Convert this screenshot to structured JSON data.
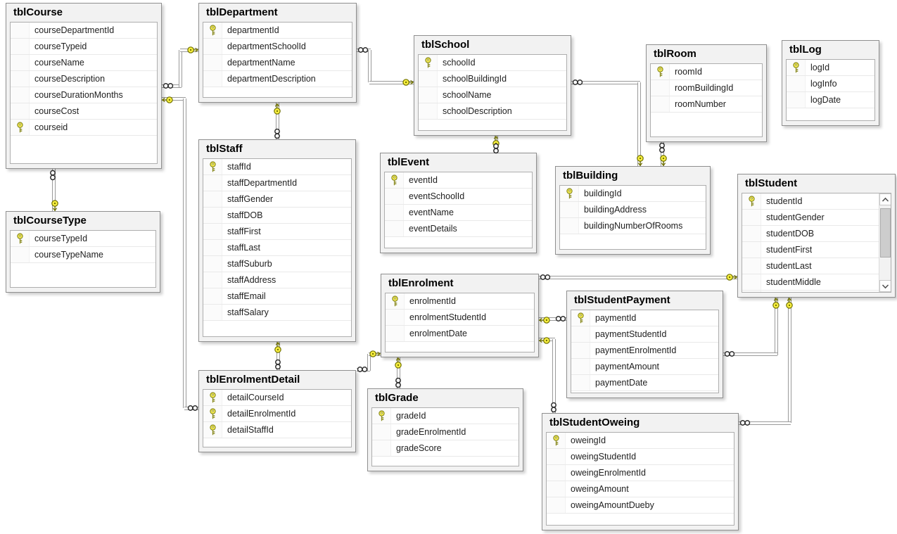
{
  "diagram": {
    "tool": "database-diagram",
    "tables": [
      {
        "id": "tblCourse",
        "title": "tblCourse",
        "columns": [
          {
            "name": "courseDepartmentId",
            "pk": false
          },
          {
            "name": "courseTypeid",
            "pk": false
          },
          {
            "name": "courseName",
            "pk": false
          },
          {
            "name": "courseDescription",
            "pk": false
          },
          {
            "name": "courseDurationMonths",
            "pk": false
          },
          {
            "name": "courseCost",
            "pk": false
          },
          {
            "name": "courseid",
            "pk": true
          }
        ]
      },
      {
        "id": "tblDepartment",
        "title": "tblDepartment",
        "columns": [
          {
            "name": "departmentId",
            "pk": true
          },
          {
            "name": "departmentSchoolId",
            "pk": false
          },
          {
            "name": "departmentName",
            "pk": false
          },
          {
            "name": "departmentDescription",
            "pk": false
          }
        ]
      },
      {
        "id": "tblSchool",
        "title": "tblSchool",
        "columns": [
          {
            "name": "schoolId",
            "pk": true
          },
          {
            "name": "schoolBuildingId",
            "pk": false
          },
          {
            "name": "schoolName",
            "pk": false
          },
          {
            "name": "schoolDescription",
            "pk": false
          }
        ]
      },
      {
        "id": "tblRoom",
        "title": "tblRoom",
        "columns": [
          {
            "name": "roomId",
            "pk": true
          },
          {
            "name": "roomBuildingId",
            "pk": false
          },
          {
            "name": "roomNumber",
            "pk": false
          }
        ]
      },
      {
        "id": "tblLog",
        "title": "tblLog",
        "columns": [
          {
            "name": "logId",
            "pk": true
          },
          {
            "name": "logInfo",
            "pk": false
          },
          {
            "name": "logDate",
            "pk": false
          }
        ]
      },
      {
        "id": "tblCourseType",
        "title": "tblCourseType",
        "columns": [
          {
            "name": "courseTypeId",
            "pk": true
          },
          {
            "name": "courseTypeName",
            "pk": false
          }
        ]
      },
      {
        "id": "tblStaff",
        "title": "tblStaff",
        "columns": [
          {
            "name": "staffId",
            "pk": true
          },
          {
            "name": "staffDepartmentId",
            "pk": false
          },
          {
            "name": "staffGender",
            "pk": false
          },
          {
            "name": "staffDOB",
            "pk": false
          },
          {
            "name": "staffFirst",
            "pk": false
          },
          {
            "name": "staffLast",
            "pk": false
          },
          {
            "name": "staffSuburb",
            "pk": false
          },
          {
            "name": "staffAddress",
            "pk": false
          },
          {
            "name": "staffEmail",
            "pk": false
          },
          {
            "name": "staffSalary",
            "pk": false
          }
        ]
      },
      {
        "id": "tblEvent",
        "title": "tblEvent",
        "columns": [
          {
            "name": "eventId",
            "pk": true
          },
          {
            "name": "eventSchoolId",
            "pk": false
          },
          {
            "name": "eventName",
            "pk": false
          },
          {
            "name": "eventDetails",
            "pk": false
          }
        ]
      },
      {
        "id": "tblBuilding",
        "title": "tblBuilding",
        "columns": [
          {
            "name": "buildingId",
            "pk": true
          },
          {
            "name": "buildingAddress",
            "pk": false
          },
          {
            "name": "buildingNumberOfRooms",
            "pk": false
          }
        ]
      },
      {
        "id": "tblStudent",
        "title": "tblStudent",
        "scrollbar": true,
        "clipped_row": true,
        "columns": [
          {
            "name": "studentId",
            "pk": true
          },
          {
            "name": "studentGender",
            "pk": false
          },
          {
            "name": "studentDOB",
            "pk": false
          },
          {
            "name": "studentFirst",
            "pk": false
          },
          {
            "name": "studentLast",
            "pk": false
          },
          {
            "name": "studentMiddle",
            "pk": false
          }
        ]
      },
      {
        "id": "tblEnrolment",
        "title": "tblEnrolment",
        "columns": [
          {
            "name": "enrolmentId",
            "pk": true
          },
          {
            "name": "enrolmentStudentId",
            "pk": false
          },
          {
            "name": "enrolmentDate",
            "pk": false
          }
        ]
      },
      {
        "id": "tblStudentPayment",
        "title": "tblStudentPayment",
        "columns": [
          {
            "name": "paymentId",
            "pk": true
          },
          {
            "name": "paymentStudentId",
            "pk": false
          },
          {
            "name": "paymentEnrolmentId",
            "pk": false
          },
          {
            "name": "paymentAmount",
            "pk": false
          },
          {
            "name": "paymentDate",
            "pk": false
          }
        ]
      },
      {
        "id": "tblEnrolmentDetail",
        "title": "tblEnrolmentDetail",
        "columns": [
          {
            "name": "detailCourseId",
            "pk": true
          },
          {
            "name": "detailEnrolmentId",
            "pk": true
          },
          {
            "name": "detailStaffId",
            "pk": true
          }
        ]
      },
      {
        "id": "tblGrade",
        "title": "tblGrade",
        "columns": [
          {
            "name": "gradeId",
            "pk": true
          },
          {
            "name": "gradeEnrolmentId",
            "pk": false
          },
          {
            "name": "gradeScore",
            "pk": false
          }
        ]
      },
      {
        "id": "tblStudentOweing",
        "title": "tblStudentOweing",
        "columns": [
          {
            "name": "oweingId",
            "pk": true
          },
          {
            "name": "oweingStudentId",
            "pk": false
          },
          {
            "name": "oweingEnrolmentId",
            "pk": false
          },
          {
            "name": "oweingAmount",
            "pk": false
          },
          {
            "name": "oweingAmountDueby",
            "pk": false
          }
        ]
      }
    ],
    "relationships": [
      {
        "many": "tblCourse",
        "one": "tblDepartment"
      },
      {
        "many": "tblEnrolmentDetail",
        "one": "tblCourse"
      },
      {
        "many": "tblCourse",
        "one": "tblCourseType"
      },
      {
        "many": "tblStaff",
        "one": "tblDepartment"
      },
      {
        "many": "tblDepartment",
        "one": "tblSchool"
      },
      {
        "many": "tblSchool",
        "one": "tblBuilding"
      },
      {
        "many": "tblRoom",
        "one": "tblBuilding"
      },
      {
        "many": "tblEvent",
        "one": "tblSchool"
      },
      {
        "many": "tblEnrolment",
        "one": "tblStudent"
      },
      {
        "many": "tblStudentPayment",
        "one": "tblEnrolment"
      },
      {
        "many": "tblStudentOweing",
        "one": "tblEnrolment"
      },
      {
        "many": "tblGrade",
        "one": "tblEnrolment"
      },
      {
        "many": "tblEnrolmentDetail",
        "one": "tblEnrolment"
      },
      {
        "many": "tblEnrolmentDetail",
        "one": "tblStaff"
      },
      {
        "many": "tblStudentPayment",
        "one": "tblStudent"
      },
      {
        "many": "tblStudentOweing",
        "one": "tblStudent"
      }
    ],
    "icons": {
      "primary_key": "key-icon",
      "one_side": "key-icon",
      "many_side": "infinity-icon",
      "scroll_up": "chevron-up-icon",
      "scroll_down": "chevron-down-icon"
    },
    "colors": {
      "canvas_bg": "#ffffff",
      "table_bg": "#f2f2f2",
      "table_border": "#8f8f8f",
      "rows_bg": "#ffffff",
      "row_divider": "#e9e9e9",
      "title_text": "#000000",
      "row_text": "#1e1e1e",
      "key_yellow": "#f8ef3f",
      "connector_gray": "#9a9a9a",
      "scrollbar_thumb": "#cdcdcd"
    }
  }
}
